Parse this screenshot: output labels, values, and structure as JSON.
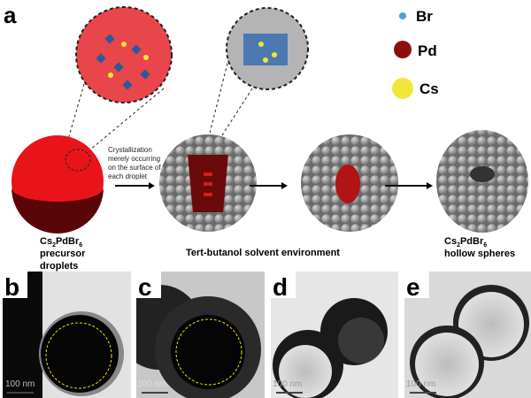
{
  "panel_a": {
    "label": "a",
    "legend": [
      {
        "name": "Br",
        "color": "#4aa3d8"
      },
      {
        "name": "Pd",
        "color": "#8b0f0f"
      },
      {
        "name": "Cs",
        "color": "#f2e63a"
      }
    ],
    "annotation": [
      "Crystallization",
      "merely occurring",
      "on the surface of",
      "each droplet"
    ],
    "precursor_label": {
      "formula": "Cs",
      "sub1": "2",
      "mid": "PdBr",
      "sub2": "6",
      "line2": "precursor",
      "line3": "droplets"
    },
    "solvent_label": "Tert-butanol solvent environment",
    "product_label": {
      "formula": "Cs",
      "sub1": "2",
      "mid": "PdBr",
      "sub2": "6",
      "line2": "hollow spheres"
    }
  },
  "tem_panels": [
    {
      "label": "b",
      "scale": "100 nm"
    },
    {
      "label": "c",
      "scale": "100 nm"
    },
    {
      "label": "d",
      "scale": "100 nm"
    },
    {
      "label": "e",
      "scale": "100 nm"
    }
  ],
  "colors": {
    "droplet": "#e8141a",
    "shell": "#9a9a9a",
    "guide": "#e8e000"
  }
}
